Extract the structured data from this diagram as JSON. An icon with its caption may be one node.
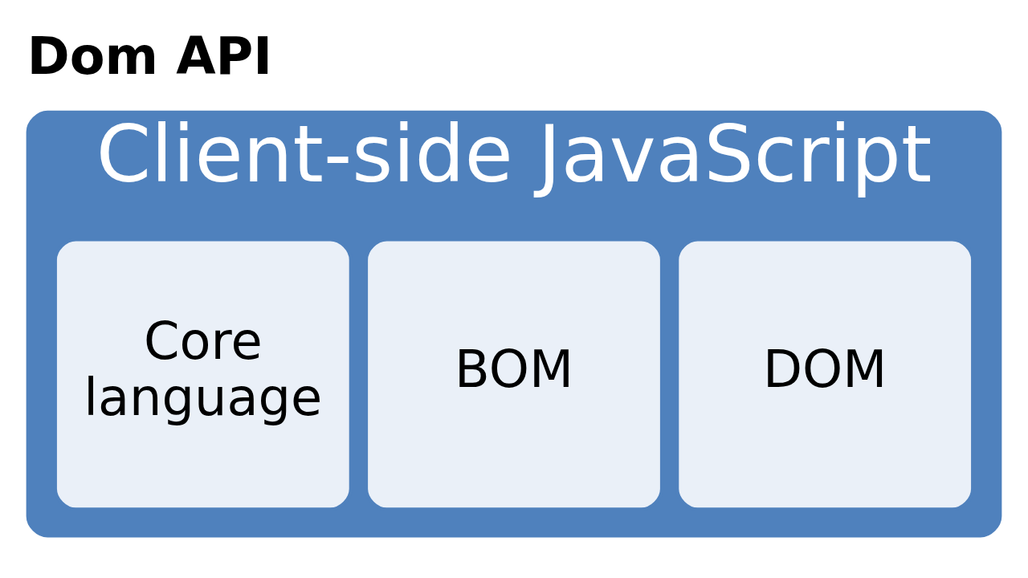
{
  "diagram": {
    "title": "Dom API",
    "nodes": [
      {
        "text": [
          "Client-side JavaScript"
        ]
      },
      {
        "text": [
          "Core language"
        ],
        "in": 0
      },
      {
        "text": [
          "BOM"
        ],
        "in": 0
      },
      {
        "text": [
          "DOM"
        ],
        "in": 0
      }
    ]
  }
}
